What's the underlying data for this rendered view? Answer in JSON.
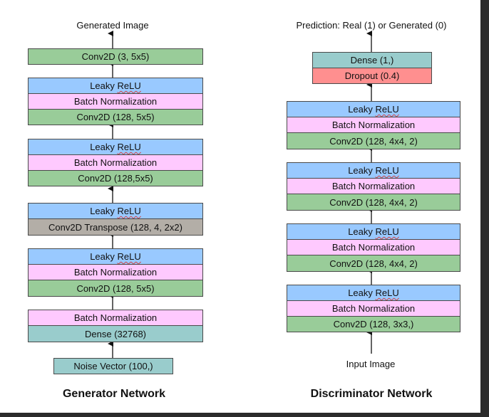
{
  "generator": {
    "output_label": "Generated Image",
    "layers": [
      {
        "text": "Conv2D (3, 5x5)"
      },
      {
        "leaky_word": "Leaky",
        "leaky_act": "ReLU"
      },
      {
        "text": "Batch Normalization"
      },
      {
        "text": "Conv2D (128,  5x5)"
      },
      {
        "leaky_word": "Leaky",
        "leaky_act": "ReLU"
      },
      {
        "text": "Batch Normalization"
      },
      {
        "text": "Conv2D (128,5x5)"
      },
      {
        "leaky_word": "Leaky",
        "leaky_act": "ReLU"
      },
      {
        "text": "Conv2D Transpose (128, 4,  2x2)"
      },
      {
        "leaky_word": "Leaky",
        "leaky_act": "ReLU"
      },
      {
        "text": "Batch Normalization"
      },
      {
        "text": "Conv2D (128,  5x5)"
      },
      {
        "text": "Batch Normalization"
      },
      {
        "text": "Dense  (32768)"
      }
    ],
    "input_label": "Noise Vector (100,)",
    "title": "Generator Network"
  },
  "discriminator": {
    "output_label": "Prediction: Real (1) or Generated (0)",
    "layers": [
      {
        "text": "Dense  (1,)"
      },
      {
        "text": "Dropout (0.4)"
      },
      {
        "leaky_word": "Leaky",
        "leaky_act": "ReLU"
      },
      {
        "text": "Batch Normalization"
      },
      {
        "text": "Conv2D (128,  4x4,  2)"
      },
      {
        "leaky_word": "Leaky",
        "leaky_act": "ReLU"
      },
      {
        "text": "Batch Normalization"
      },
      {
        "text": "Conv2D (128,  4x4,  2)"
      },
      {
        "leaky_word": "Leaky",
        "leaky_act": "ReLU"
      },
      {
        "text": "Batch Normalization"
      },
      {
        "text": "Conv2D (128,  4x4,  2)"
      },
      {
        "leaky_word": "Leaky",
        "leaky_act": "ReLU"
      },
      {
        "text": "Batch Normalization"
      },
      {
        "text": "Conv2D (128,  3x3,)"
      }
    ],
    "input_label": "Input Image",
    "title": "Discriminator Network"
  },
  "colors": {
    "leaky_relu": "#99c9ff",
    "batch_norm": "#fec9fe",
    "conv": "#99cc99",
    "dense": "#99cccc",
    "conv_transpose": "#b3aea7",
    "dropout": "#ff8f8f"
  }
}
